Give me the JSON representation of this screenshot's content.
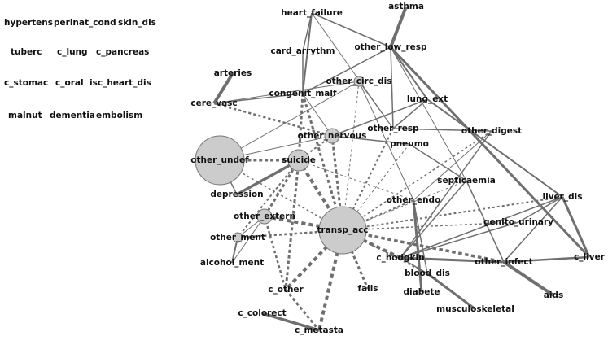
{
  "colors": {
    "edge": "#6f6f6f",
    "node_fill": "#cccccc",
    "node_stroke": "#777777",
    "label": "#111111",
    "background": "#ffffff"
  },
  "isolated_nodes": [
    {
      "id": "hypertens",
      "label": "hypertens"
    },
    {
      "id": "perinat_cond",
      "label": "perinat_cond"
    },
    {
      "id": "skin_dis",
      "label": "skin_dis"
    },
    {
      "id": "tuberc",
      "label": "tuberc"
    },
    {
      "id": "c_lung",
      "label": "c_lung"
    },
    {
      "id": "c_pancreas",
      "label": "c_pancreas"
    },
    {
      "id": "c_stomac",
      "label": "c_stomac"
    },
    {
      "id": "c_oral",
      "label": "c_oral"
    },
    {
      "id": "isc_heart_dis",
      "label": "isc_heart_dis"
    },
    {
      "id": "malnut",
      "label": "malnut"
    },
    {
      "id": "dementia",
      "label": "dementia"
    },
    {
      "id": "embolism",
      "label": "embolism"
    }
  ],
  "nodes": [
    {
      "id": "asthma",
      "label": "asthma",
      "size": 0
    },
    {
      "id": "heart_failure",
      "label": "heart_failure",
      "size": 0
    },
    {
      "id": "card_arrythm",
      "label": "card_arrythm",
      "size": 0
    },
    {
      "id": "other_low_resp",
      "label": "other_low_resp",
      "size": 0
    },
    {
      "id": "arteries",
      "label": "arteries",
      "size": 0
    },
    {
      "id": "other_circ_dis",
      "label": "other_circ_dis",
      "size": 1
    },
    {
      "id": "congenit_malf",
      "label": "congenit_malf",
      "size": 0
    },
    {
      "id": "cere_vasc",
      "label": "cere_vasc",
      "size": 0
    },
    {
      "id": "lung_ext",
      "label": "lung_ext",
      "size": 0
    },
    {
      "id": "other_resp",
      "label": "other_resp",
      "size": 0
    },
    {
      "id": "other_digest",
      "label": "other_digest",
      "size": 0
    },
    {
      "id": "other_nervous",
      "label": "other_nervous",
      "size": 2
    },
    {
      "id": "pneumo",
      "label": "pneumo",
      "size": 0
    },
    {
      "id": "other_undef",
      "label": "other_undef",
      "size": 8
    },
    {
      "id": "suicide",
      "label": "suicide",
      "size": 3
    },
    {
      "id": "septicaemia",
      "label": "septicaemia",
      "size": 0
    },
    {
      "id": "depression",
      "label": "depression",
      "size": 0
    },
    {
      "id": "other_endo",
      "label": "other_endo",
      "size": 0
    },
    {
      "id": "liver_dis",
      "label": "liver_dis",
      "size": 0
    },
    {
      "id": "other_extern",
      "label": "other_extern",
      "size": 2
    },
    {
      "id": "transp_acc",
      "label": "transp_acc",
      "size": 10
    },
    {
      "id": "genito_urinary",
      "label": "genito_urinary",
      "size": 0
    },
    {
      "id": "other_ment",
      "label": "other_ment",
      "size": 1
    },
    {
      "id": "c_hodgkin",
      "label": "c_hodgkin",
      "size": 0
    },
    {
      "id": "other_infect",
      "label": "other_infect",
      "size": 0
    },
    {
      "id": "c_liver",
      "label": "c_liver",
      "size": 0
    },
    {
      "id": "alcohol_ment",
      "label": "alcohol_ment",
      "size": 0
    },
    {
      "id": "blood_dis",
      "label": "blood_dis",
      "size": 0
    },
    {
      "id": "c_other",
      "label": "c_other",
      "size": 0
    },
    {
      "id": "falls",
      "label": "falls",
      "size": 0
    },
    {
      "id": "diabete",
      "label": "diabete",
      "size": 0
    },
    {
      "id": "aids",
      "label": "aids",
      "size": 0
    },
    {
      "id": "musculoskeletal",
      "label": "musculoskeletal",
      "size": 0
    },
    {
      "id": "c_colorect",
      "label": "c_colorect",
      "size": 0
    },
    {
      "id": "c_metasta",
      "label": "c_metasta",
      "size": 0
    }
  ],
  "edges": [
    {
      "source": "asthma",
      "target": "other_low_resp",
      "weight": 4,
      "style": "solid"
    },
    {
      "source": "heart_failure",
      "target": "card_arrythm",
      "weight": 1.5,
      "style": "solid"
    },
    {
      "source": "heart_failure",
      "target": "congenit_malf",
      "weight": 2,
      "style": "solid"
    },
    {
      "source": "heart_failure",
      "target": "other_resp",
      "weight": 1,
      "style": "solid"
    },
    {
      "source": "heart_failure",
      "target": "other_low_resp",
      "weight": 1.5,
      "style": "solid"
    },
    {
      "source": "card_arrythm",
      "target": "congenit_malf",
      "weight": 1.5,
      "style": "solid"
    },
    {
      "source": "other_low_resp",
      "target": "congenit_malf",
      "weight": 1.5,
      "style": "solid"
    },
    {
      "source": "other_low_resp",
      "target": "lung_ext",
      "weight": 2,
      "style": "solid"
    },
    {
      "source": "other_low_resp",
      "target": "other_resp",
      "weight": 1.5,
      "style": "solid"
    },
    {
      "source": "other_low_resp",
      "target": "septicaemia",
      "weight": 1,
      "style": "solid"
    },
    {
      "source": "other_low_resp",
      "target": "c_liver",
      "weight": 3,
      "style": "solid"
    },
    {
      "source": "arteries",
      "target": "cere_vasc",
      "weight": 4,
      "style": "solid"
    },
    {
      "source": "cere_vasc",
      "target": "congenit_malf",
      "weight": 1.5,
      "style": "solid"
    },
    {
      "source": "cere_vasc",
      "target": "other_circ_dis",
      "weight": 1,
      "style": "solid"
    },
    {
      "source": "cere_vasc",
      "target": "other_nervous",
      "weight": 2.5,
      "style": "dashed"
    },
    {
      "source": "other_circ_dis",
      "target": "other_undef",
      "weight": 1,
      "style": "solid"
    },
    {
      "source": "other_circ_dis",
      "target": "transp_acc",
      "weight": 1,
      "style": "dashed"
    },
    {
      "source": "other_circ_dis",
      "target": "other_resp",
      "weight": 1,
      "style": "solid"
    },
    {
      "source": "other_circ_dis",
      "target": "other_endo",
      "weight": 1,
      "style": "solid"
    },
    {
      "source": "congenit_malf",
      "target": "suicide",
      "weight": 3,
      "style": "dashed"
    },
    {
      "source": "congenit_malf",
      "target": "transp_acc",
      "weight": 3,
      "style": "dashed"
    },
    {
      "source": "congenit_malf",
      "target": "other_nervous",
      "weight": 1,
      "style": "solid"
    },
    {
      "source": "lung_ext",
      "target": "other_nervous",
      "weight": 1.5,
      "style": "solid"
    },
    {
      "source": "lung_ext",
      "target": "other_resp",
      "weight": 1.5,
      "style": "solid"
    },
    {
      "source": "lung_ext",
      "target": "liver_dis",
      "weight": 2,
      "style": "solid"
    },
    {
      "source": "other_resp",
      "target": "other_digest",
      "weight": 1.5,
      "style": "solid"
    },
    {
      "source": "other_resp",
      "target": "transp_acc",
      "weight": 2,
      "style": "dashed"
    },
    {
      "source": "other_nervous",
      "target": "pneumo",
      "weight": 1.5,
      "style": "solid"
    },
    {
      "source": "other_nervous",
      "target": "suicide",
      "weight": 2,
      "style": "dashed"
    },
    {
      "source": "other_nervous",
      "target": "other_undef",
      "weight": 1,
      "style": "solid"
    },
    {
      "source": "other_nervous",
      "target": "transp_acc",
      "weight": 3,
      "style": "dashed"
    },
    {
      "source": "pneumo",
      "target": "septicaemia",
      "weight": 1.5,
      "style": "solid"
    },
    {
      "source": "pneumo",
      "target": "transp_acc",
      "weight": 1,
      "style": "dashed"
    },
    {
      "source": "other_digest",
      "target": "transp_acc",
      "weight": 1.5,
      "style": "dashed"
    },
    {
      "source": "other_digest",
      "target": "other_endo",
      "weight": 1,
      "style": "solid"
    },
    {
      "source": "other_digest",
      "target": "c_hodgkin",
      "weight": 1.5,
      "style": "solid"
    },
    {
      "source": "other_undef",
      "target": "suicide",
      "weight": 3,
      "style": "dashed"
    },
    {
      "source": "other_undef",
      "target": "depression",
      "weight": 1.5,
      "style": "solid"
    },
    {
      "source": "suicide",
      "target": "transp_acc",
      "weight": 4,
      "style": "dashed"
    },
    {
      "source": "suicide",
      "target": "depression",
      "weight": 3.5,
      "style": "solid"
    },
    {
      "source": "suicide",
      "target": "other_extern",
      "weight": 3,
      "style": "dashed"
    },
    {
      "source": "suicide",
      "target": "c_other",
      "weight": 3,
      "style": "dashed"
    },
    {
      "source": "suicide",
      "target": "other_ment",
      "weight": 2,
      "style": "dashed"
    },
    {
      "source": "suicide",
      "target": "other_endo",
      "weight": 1,
      "style": "dashed"
    },
    {
      "source": "septicaemia",
      "target": "transp_acc",
      "weight": 1,
      "style": "dashed"
    },
    {
      "source": "septicaemia",
      "target": "other_infect",
      "weight": 1.5,
      "style": "solid"
    },
    {
      "source": "septicaemia",
      "target": "c_hodgkin",
      "weight": 1.5,
      "style": "solid"
    },
    {
      "source": "other_endo",
      "target": "diabete",
      "weight": 3,
      "style": "solid"
    },
    {
      "source": "other_endo",
      "target": "transp_acc",
      "weight": 2,
      "style": "dashed"
    },
    {
      "source": "other_endo",
      "target": "blood_dis",
      "weight": 1.5,
      "style": "solid"
    },
    {
      "source": "liver_dis",
      "target": "genito_urinary",
      "weight": 1.5,
      "style": "solid"
    },
    {
      "source": "liver_dis",
      "target": "c_liver",
      "weight": 3,
      "style": "solid"
    },
    {
      "source": "liver_dis",
      "target": "c_hodgkin",
      "weight": 1.5,
      "style": "solid"
    },
    {
      "source": "liver_dis",
      "target": "other_infect",
      "weight": 1.5,
      "style": "solid"
    },
    {
      "source": "other_extern",
      "target": "transp_acc",
      "weight": 4,
      "style": "dashed"
    },
    {
      "source": "other_extern",
      "target": "other_ment",
      "weight": 1,
      "style": "solid"
    },
    {
      "source": "other_extern",
      "target": "c_other",
      "weight": 2.5,
      "style": "dashed"
    },
    {
      "source": "other_extern",
      "target": "alcohol_ment",
      "weight": 1,
      "style": "solid"
    },
    {
      "source": "transp_acc",
      "target": "c_hodgkin",
      "weight": 4,
      "style": "dashed"
    },
    {
      "source": "transp_acc",
      "target": "other_infect",
      "weight": 3.5,
      "style": "dashed"
    },
    {
      "source": "transp_acc",
      "target": "c_other",
      "weight": 4,
      "style": "dashed"
    },
    {
      "source": "transp_acc",
      "target": "falls",
      "weight": 3,
      "style": "dashed"
    },
    {
      "source": "transp_acc",
      "target": "c_metasta",
      "weight": 4,
      "style": "dashed"
    },
    {
      "source": "transp_acc",
      "target": "genito_urinary",
      "weight": 1.5,
      "style": "dashed"
    },
    {
      "source": "transp_acc",
      "target": "blood_dis",
      "weight": 2,
      "style": "dashed"
    },
    {
      "source": "transp_acc",
      "target": "other_ment",
      "weight": 2.5,
      "style": "dashed"
    },
    {
      "source": "transp_acc",
      "target": "other_undef",
      "weight": 1.5,
      "style": "dashed"
    },
    {
      "source": "transp_acc",
      "target": "liver_dis",
      "weight": 2,
      "style": "dashed"
    },
    {
      "source": "other_ment",
      "target": "alcohol_ment",
      "weight": 2,
      "style": "solid"
    },
    {
      "source": "c_hodgkin",
      "target": "other_infect",
      "weight": 3,
      "style": "solid"
    },
    {
      "source": "c_hodgkin",
      "target": "genito_urinary",
      "weight": 1.5,
      "style": "solid"
    },
    {
      "source": "c_hodgkin",
      "target": "blood_dis",
      "weight": 1.5,
      "style": "solid"
    },
    {
      "source": "other_infect",
      "target": "aids",
      "weight": 4,
      "style": "solid"
    },
    {
      "source": "other_infect",
      "target": "c_liver",
      "weight": 2.5,
      "style": "solid"
    },
    {
      "source": "blood_dis",
      "target": "musculoskeletal",
      "weight": 3,
      "style": "solid"
    },
    {
      "source": "c_other",
      "target": "c_metasta",
      "weight": 3,
      "style": "dashed"
    },
    {
      "source": "c_colorect",
      "target": "c_metasta",
      "weight": 3.5,
      "style": "solid"
    }
  ]
}
